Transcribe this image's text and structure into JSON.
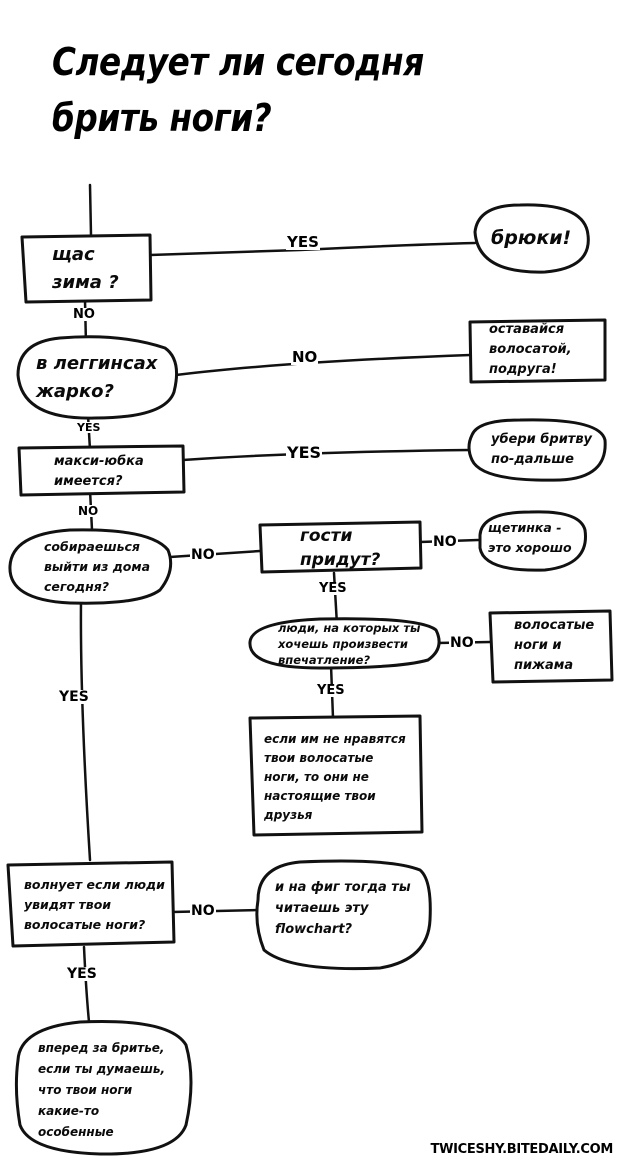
{
  "title": {
    "line1": "Следует ли сегодня",
    "line2": "брить ноги?"
  },
  "nodes": {
    "winter": {
      "text": "щас\nзима ?",
      "shape": "box"
    },
    "pants": {
      "text": "брюки!",
      "shape": "bubble"
    },
    "leggings_hot": {
      "text": "в леггинсах\nжарко?",
      "shape": "bubble"
    },
    "stay_hairy": {
      "text": "оставайся\nволосатой,\nподруга!",
      "shape": "box"
    },
    "maxi_skirt": {
      "text": "макси-юбка\nимеется?",
      "shape": "box"
    },
    "hide_razor": {
      "text": "убери бритву\nпо-дальше",
      "shape": "bubble"
    },
    "going_out": {
      "text": "собираешься\nвыйти из дома\nсегодня?",
      "shape": "bubble"
    },
    "guests": {
      "text": "гости\nпридут?",
      "shape": "box"
    },
    "stubble_ok": {
      "text": "щетинка -\nэто хорошо",
      "shape": "bubble"
    },
    "impress": {
      "text": "люди, на которых ты\nхочешь произвести\nвпечатление?",
      "shape": "bubble"
    },
    "pajamas": {
      "text": "волосатые\nноги и\nпижама",
      "shape": "box"
    },
    "not_friends": {
      "text": "если им не нравятся\nтвои волосатые\nноги, то они не\nнастоящие твои\nдрузья",
      "shape": "box"
    },
    "care": {
      "text": "волнует если люди\nувидят твои\nволосатые ноги?",
      "shape": "box"
    },
    "why_reading": {
      "text": "и на фиг тогда ты\nчитаешь эту\nflowchart?",
      "shape": "bubble"
    },
    "go_shave": {
      "text": "вперед за бритье,\nесли ты думаешь,\nчто твои ноги\nкакие-то\nособенные",
      "shape": "bubble"
    }
  },
  "edges": {
    "winter_yes": "YES",
    "winter_no": "NO",
    "leggings_no": "NO",
    "leggings_yes": "YES",
    "maxi_yes": "YES",
    "maxi_no": "NO",
    "going_out_no": "NO",
    "guests_no": "NO",
    "guests_yes": "YES",
    "impress_no": "NO",
    "impress_yes": "YES",
    "going_out_yes": "YES",
    "care_no": "NO",
    "care_yes": "YES"
  },
  "credit": "TWICESHY.BITEDAILY.COM"
}
